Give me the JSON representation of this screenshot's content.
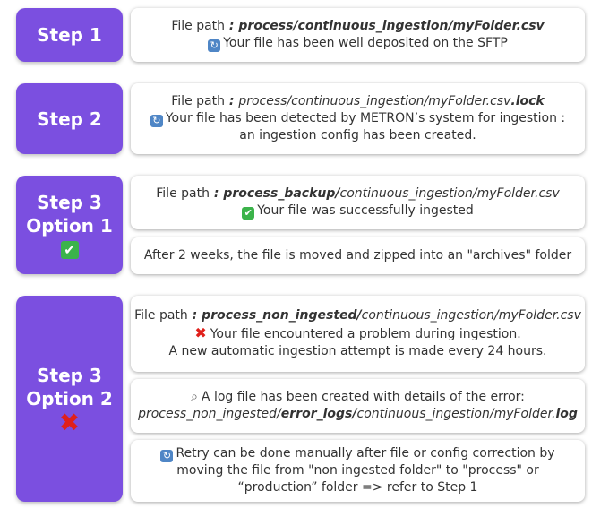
{
  "step1": {
    "label": "Step 1",
    "path_prefix": "File path",
    "path_sep": " : ",
    "path_main": "process/continuous_ingestion/myFolder.csv",
    "message": "Your file has been well deposited on the SFTP"
  },
  "step2": {
    "label": "Step 2",
    "path_prefix": "File path",
    "path_sep": " : ",
    "path_main": "process/continuous_ingestion/myFolder.csv",
    "path_suffix": ".lock",
    "message1": "Your file has been detected by METRON’s system for ingestion :",
    "message2": "an ingestion config has been created."
  },
  "step3a": {
    "label1": "Step 3",
    "label2": "Option 1",
    "path_prefix": "File path",
    "path_sep": " : ",
    "path_bold": "process_backup/",
    "path_rest": "continuous_ingestion/myFolder.csv",
    "message": "Your file was successfully ingested",
    "archive_note": "After 2 weeks, the file is moved and zipped into an \"archives\" folder"
  },
  "step3b": {
    "label1": "Step 3",
    "label2": "Option 2",
    "path_prefix": "File path",
    "path_sep": " : ",
    "path_bold": "process_non_ingested/",
    "path_rest": "continuous_ingestion/myFolder.csv",
    "error1": "Your file encountered a problem during ingestion.",
    "error2": "A new automatic ingestion attempt is made every 24 hours.",
    "log_message": "A log file has been created with details of the error:",
    "log_path_1": "process_non_ingested/",
    "log_path_2": "error_logs/",
    "log_path_3": "continuous_ingestion/myFolder.",
    "log_path_4": "log",
    "retry1": "Retry can be done manually after file or config correction by",
    "retry2": "moving the file from \"non ingested folder\" to \"process\" or",
    "retry3": "“production” folder => refer to Step 1"
  },
  "icons": {
    "refresh": "refresh-icon",
    "check": "check-icon",
    "cross": "cross-icon",
    "magnifier": "magnifier-icon"
  },
  "colors": {
    "step_bg": "#7b4fe0",
    "refresh": "#4f86c6",
    "check": "#3bb34a",
    "cross": "#e0201b"
  }
}
